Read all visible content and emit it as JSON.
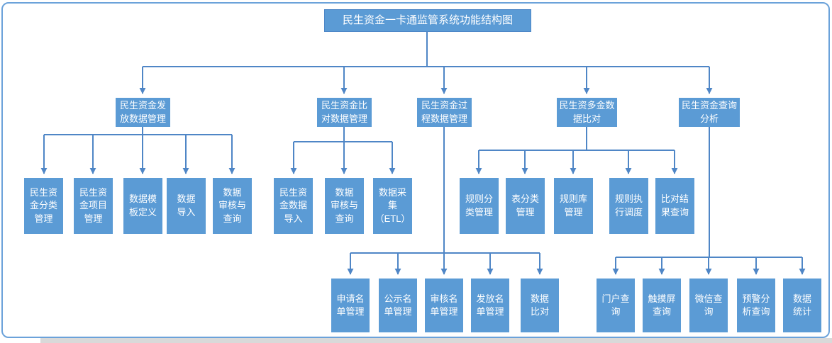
{
  "colors": {
    "node_fill": "#5b9bd5",
    "node_text": "#ffffff",
    "connector": "#4f86c6",
    "frame_border": "#6ba2da",
    "bottom_strip": "#d9d9d9"
  },
  "nodes": {
    "root": "民生资金一卡通监管系统功能结构图",
    "level2": [
      "民生资金发\n放数据管理",
      "民生资金比\n对数据管理",
      "民生资金过\n程数据管理",
      "民生资多金数\n据比对",
      "民生资金查询\n分析"
    ],
    "dispatch_children": [
      "民生资\n金分类\n管理",
      "民生资\n金项目\n管理",
      "数据模\n板定义",
      "数据\n导入",
      "数据\n审核与\n查询"
    ],
    "compare_children": [
      "民生资\n金数据\n导入",
      "数据\n审核与\n查询",
      "数据采\n集\n（ETL）"
    ],
    "rules_children": [
      "规则分\n类管理",
      "表分类\n管理",
      "规则库\n管理",
      "规则执\n行调度",
      "比对结\n果查询"
    ],
    "process_children": [
      "申请名\n单管理",
      "公示名\n单管理",
      "审核名\n单管理",
      "发放名\n单管理",
      "数据\n比对"
    ],
    "query_children": [
      "门户查\n询",
      "触摸屏\n查询",
      "微信查\n询",
      "预警分\n析查询",
      "数据\n统计"
    ]
  }
}
